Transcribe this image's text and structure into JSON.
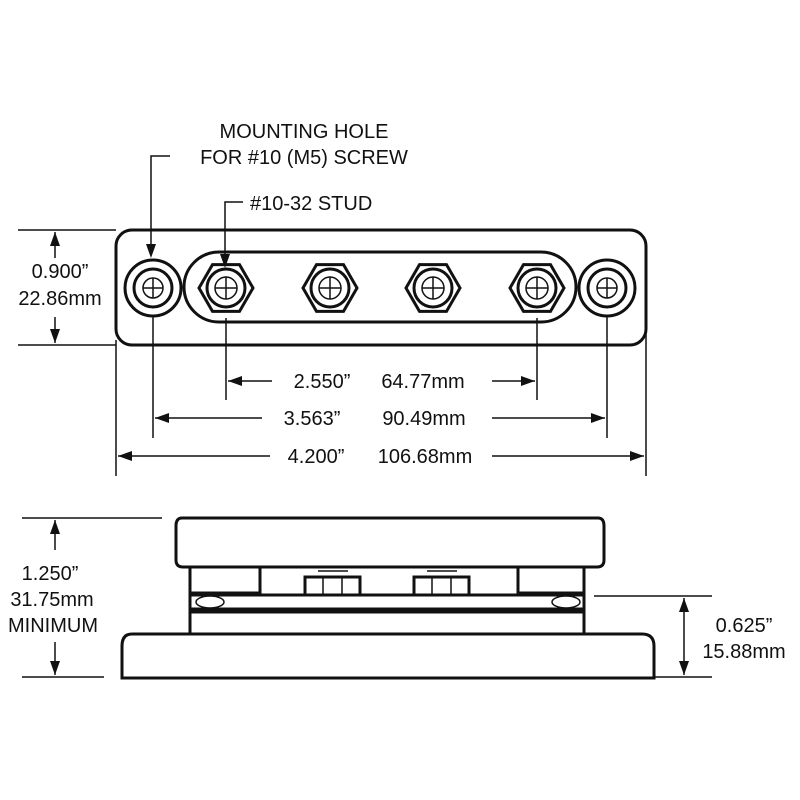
{
  "top_view": {
    "callouts": {
      "mounting_hole_line1": "MOUNTING HOLE",
      "mounting_hole_line2": "FOR #10 (M5) SCREW",
      "stud": "#10-32 STUD"
    },
    "height_inch": "0.900”",
    "height_mm": "22.86mm",
    "dim_studs_inch": "2.550”",
    "dim_studs_mm": "64.77mm",
    "dim_holes_inch": "3.563”",
    "dim_holes_mm": "90.49mm",
    "dim_overall_inch": "4.200”",
    "dim_overall_mm": "106.68mm"
  },
  "side_view": {
    "height_inch": "1.250”",
    "height_mm": "31.75mm",
    "height_note": "MINIMUM",
    "base_inch": "0.625”",
    "base_mm": "15.88mm"
  }
}
